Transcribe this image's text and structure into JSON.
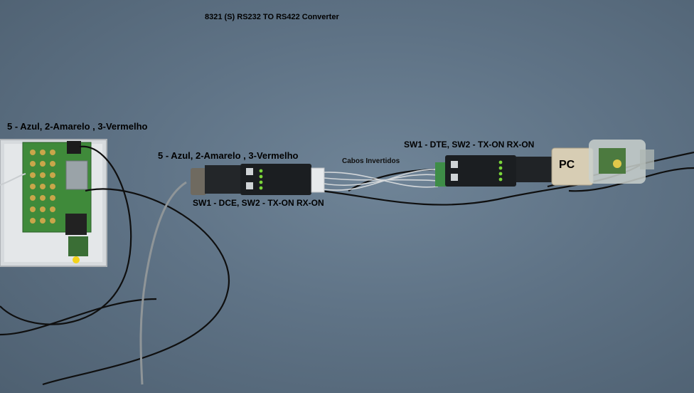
{
  "labels": {
    "title": "8321 (S) RS232 TO RS422 Converter",
    "wire_colors_left": "5 - Azul,  2-Amarelo , 3-Vermelho",
    "wire_colors_mid": "5 - Azul,  2-Amarelo , 3-Vermelho",
    "converter1_switches": "SW1 - DCE, SW2 - TX-ON RX-ON",
    "crossed_cables": "Cabos Invertidos",
    "converter2_switches": "SW1 - DTE, SW2 - TX-ON RX-ON",
    "pc": "PC"
  },
  "colors": {
    "background": "#5f7386",
    "converter_body": "#1b1e21",
    "led_green": "#7bd63a",
    "pcb_green": "#3f8a3a",
    "enclosure": "#d8dcdf"
  }
}
